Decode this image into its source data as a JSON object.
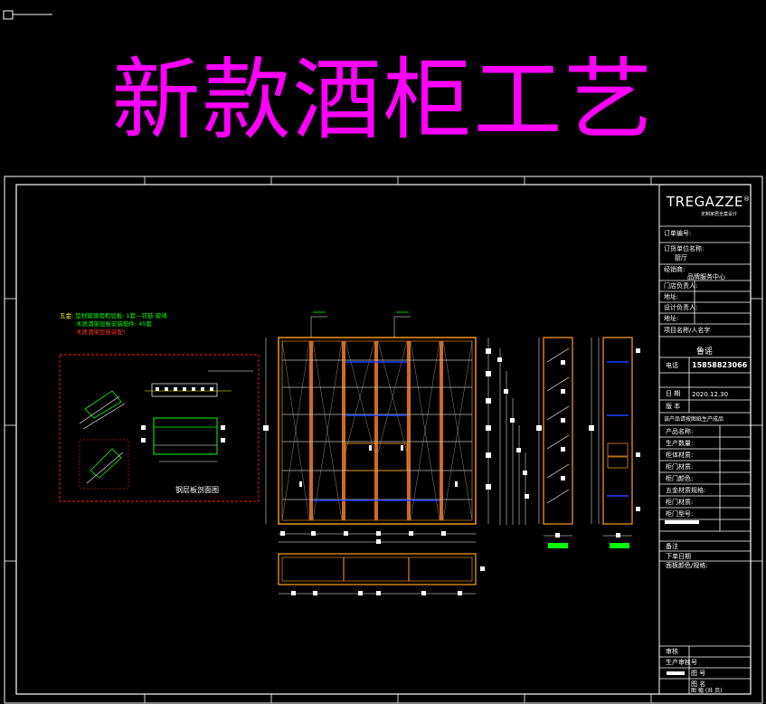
{
  "title": "新款酒柜工艺",
  "logo": {
    "brand": "TREGAZZE",
    "registered": "®",
    "subtitle": "定制家居全案设计"
  },
  "notes": {
    "line1_label": "五金:",
    "line1": "型材玻璃酒柜层板: 1套—铰链 玻璃",
    "line2": "木质酒架层板安装配件: 45套",
    "line3": "木质酒架层板装配!"
  },
  "detail_caption": "钢层板剖面图",
  "title_block": {
    "order_no_label": "订单编号:",
    "room_label": "订货单位名称:",
    "room_value": "厨厅",
    "sales_label": "经销商:",
    "sales_value": "品牌服务中心",
    "designer_label": "门店负责人:",
    "address_label": "地址:",
    "contact_label": "设计负责人:",
    "addr2_label": "地址:",
    "project_label": "项目名称/人名字",
    "customer_value": "鲁谣",
    "phone_label": "电话",
    "phone_value": "15858823066",
    "date_label": "日 期",
    "date_value": "2020.12.30",
    "version_label": "版 本",
    "info_label": "该产品请按图纸生产成品",
    "rows": [
      "产品名称:",
      "生产数量:",
      "柜体材质:",
      "柜门材质:",
      "柜门颜色:",
      "五金材质规格:",
      "柜门材质:",
      "柜门型号:"
    ],
    "bottom_rows": [
      "备注",
      "下单日期",
      "面板颜色/规格:"
    ],
    "sign_rows": [
      "审核",
      "生产审核号",
      "图 号",
      "图 名",
      "图 幅 (共 页)"
    ]
  }
}
